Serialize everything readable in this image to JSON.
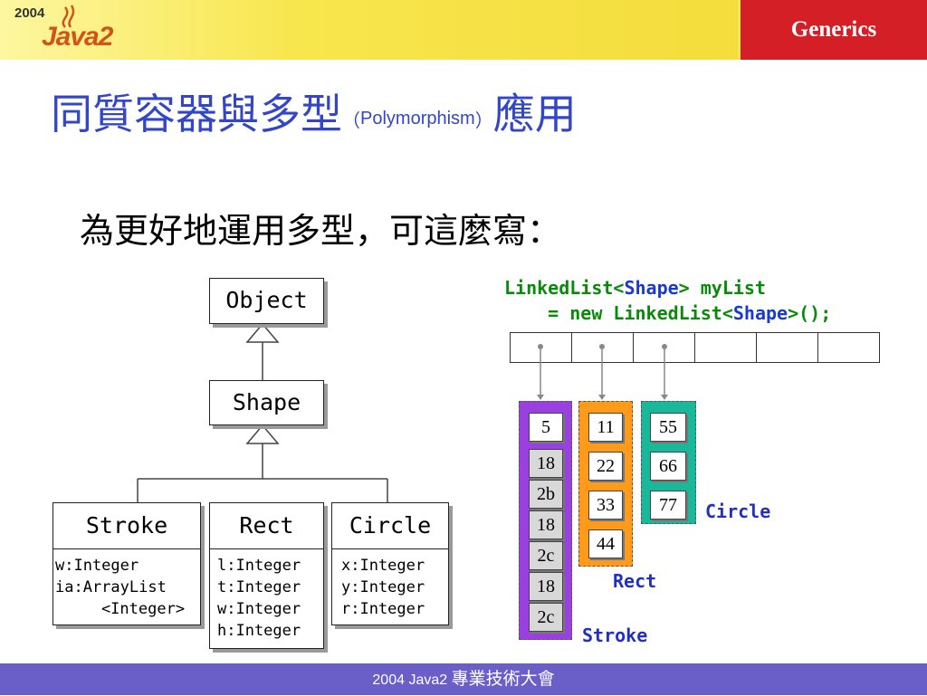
{
  "header": {
    "year": "2004",
    "logo_text": "Java",
    "logo_suffix": "2",
    "section_title": "Generics",
    "accent_color": "#d51f26",
    "bar_color": "#f8e85a"
  },
  "title": {
    "main": "同質容器與多型",
    "paren_open": "（",
    "sub": "Polymorphism",
    "paren_close": "）",
    "suffix": "應用"
  },
  "subtitle": "為更好地運用多型，可這麼寫：",
  "uml": {
    "object": "Object",
    "shape": "Shape",
    "classes": [
      {
        "name": "Stroke",
        "attrs": [
          "w:Integer",
          "ia:ArrayList",
          "    <Integer>"
        ]
      },
      {
        "name": "Rect",
        "attrs": [
          "l:Integer",
          "t:Integer",
          "w:Integer",
          "h:Integer"
        ]
      },
      {
        "name": "Circle",
        "attrs": [
          "x:Integer",
          "y:Integer",
          "r:Integer"
        ]
      }
    ]
  },
  "code": {
    "line1_a": "LinkedList<",
    "line1_b": "Shape",
    "line1_c": "> myList",
    "line2_a": "    = new LinkedList<",
    "line2_b": "Shape",
    "line2_c": ">();"
  },
  "list_cells": 6,
  "stroke": {
    "label": "Stroke",
    "values": [
      "5",
      "18",
      "2b",
      "18",
      "2c",
      "18",
      "2c"
    ],
    "color": "#9a3fe0"
  },
  "rect": {
    "label": "Rect",
    "values": [
      "11",
      "22",
      "33",
      "44"
    ],
    "color": "#ff9a1a"
  },
  "circle": {
    "label": "Circle",
    "values": [
      "55",
      "66",
      "77"
    ],
    "color": "#1ab89a"
  },
  "footer": {
    "year": "2004",
    "brand": "Java2",
    "event": "專業技術大會",
    "color": "#6a5ec8"
  }
}
